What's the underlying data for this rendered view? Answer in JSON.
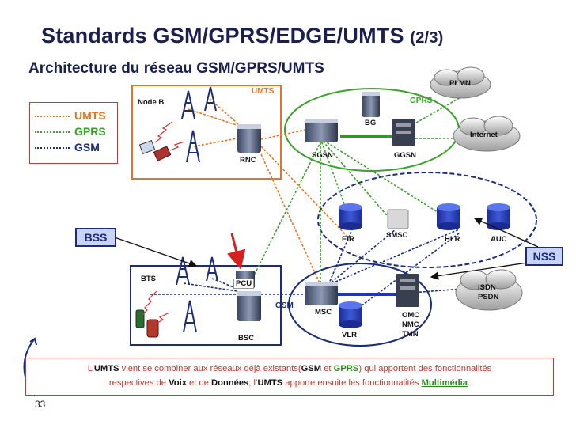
{
  "title": {
    "main": "Standards GSM/GPRS/EDGE/UMTS",
    "part": "(2/3)"
  },
  "subtitle": "Architecture du réseau GSM/GPRS/UMTS",
  "legend": [
    {
      "label": "UMTS",
      "color": "#e8741f"
    },
    {
      "label": "GPRS",
      "color": "#3aa12a"
    },
    {
      "label": "GSM",
      "color": "#1a2c7a"
    }
  ],
  "tags": {
    "bss": "BSS",
    "nss": "NSS"
  },
  "clouds": {
    "umts": "UMTS",
    "gprs": "GPRS",
    "gsm": "GSM",
    "plmn": "PLMN",
    "internet": "Internet",
    "isdn": "ISDN",
    "psdn": "PSDN"
  },
  "nodes": {
    "node_b": "Node B",
    "rnc": "RNC",
    "bg": "BG",
    "sgsn": "SGSN",
    "ggsn": "GGSN",
    "eir": "EIR",
    "smsc": "SMSC",
    "hlr": "HLR",
    "auc": "AUC",
    "bts": "BTS",
    "pcu": "PCU",
    "bsc": "BSC",
    "msc": "MSC",
    "vlr": "VLR",
    "omc": "OMC",
    "nmc": "NMC",
    "tmn": "TMN"
  },
  "note": {
    "l1_a": "L’",
    "l1_b": "UMTS",
    "l1_c": " vient se combiner aux réseaux déjà existants(",
    "l1_d": "GSM",
    "l1_e": " et ",
    "l1_f": "GPRS",
    "l1_g": ") qui apportent des fonctionnalités",
    "l2_a": "respectives de ",
    "l2_b": "Voix",
    "l2_c": " et de ",
    "l2_d": "Données",
    "l2_e": "; l’",
    "l2_f": "UMTS",
    "l2_g": " apporte ensuite les fonctionnalités ",
    "l2_h": "Multimédia",
    "l2_i": "."
  },
  "page_number": "33"
}
